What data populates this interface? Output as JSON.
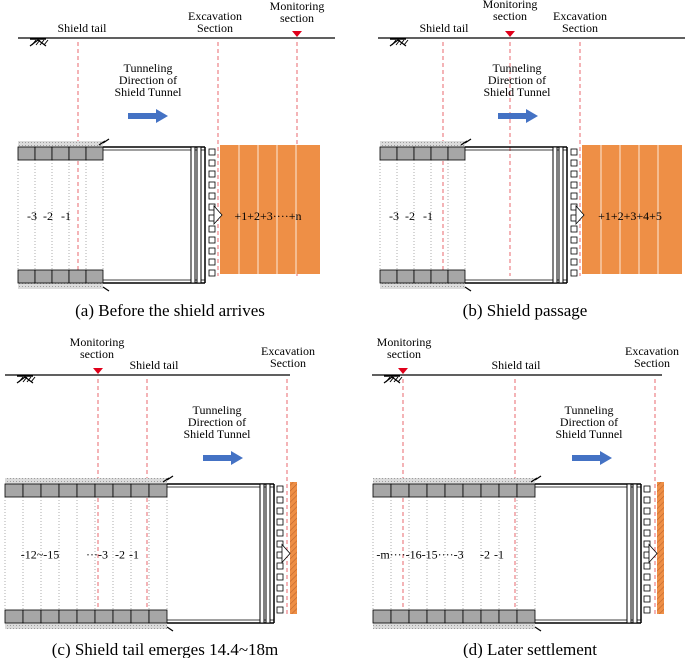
{
  "colors": {
    "soil": "#ee8f46",
    "soil_dark": "#c0652d",
    "monitor_marker": "#e0001a",
    "arrow": "#4472c4",
    "dash_line": "#e4434b",
    "segment_fill": "#a6a6a6",
    "grout": "#dcdcdc"
  },
  "icons": {
    "ground": "ground-hatch-icon",
    "marker": "red-triangle-marker-icon",
    "arrow": "blue-right-arrow-icon"
  },
  "labels": {
    "shield_tail": "Shield tail",
    "excavation_section": [
      "Excavation",
      "Section"
    ],
    "monitoring_section": [
      "Monitoring",
      "section"
    ],
    "tunneling_direction": [
      "Tunneling",
      "Direction of",
      "Shield Tunnel"
    ]
  },
  "panels": [
    {
      "id": "a",
      "caption": "(a)   Before the shield arrives",
      "ring_labels": [
        "-3",
        "-2",
        "-1"
      ],
      "soil_text": "+1+2+3····+n",
      "order": "tail-excav-monitor"
    },
    {
      "id": "b",
      "caption": "(b)   Shield passage",
      "ring_labels": [
        "-3",
        "-2",
        "-1"
      ],
      "soil_text": "+1+2+3+4+5",
      "order": "tail-monitor-excav"
    },
    {
      "id": "c",
      "caption": "(c)   Shield tail emerges 14.4~18m",
      "ring_labels": [
        "-12~-15",
        "···-3",
        "-2",
        "-1"
      ],
      "soil_text": "",
      "order": "monitor-tail-excav"
    },
    {
      "id": "d",
      "caption": "(d)   Later settlement",
      "ring_labels": [
        "-m····-16-15····-3",
        "-2",
        "-1"
      ],
      "soil_text": "",
      "order": "monitor-tail-excav"
    }
  ]
}
